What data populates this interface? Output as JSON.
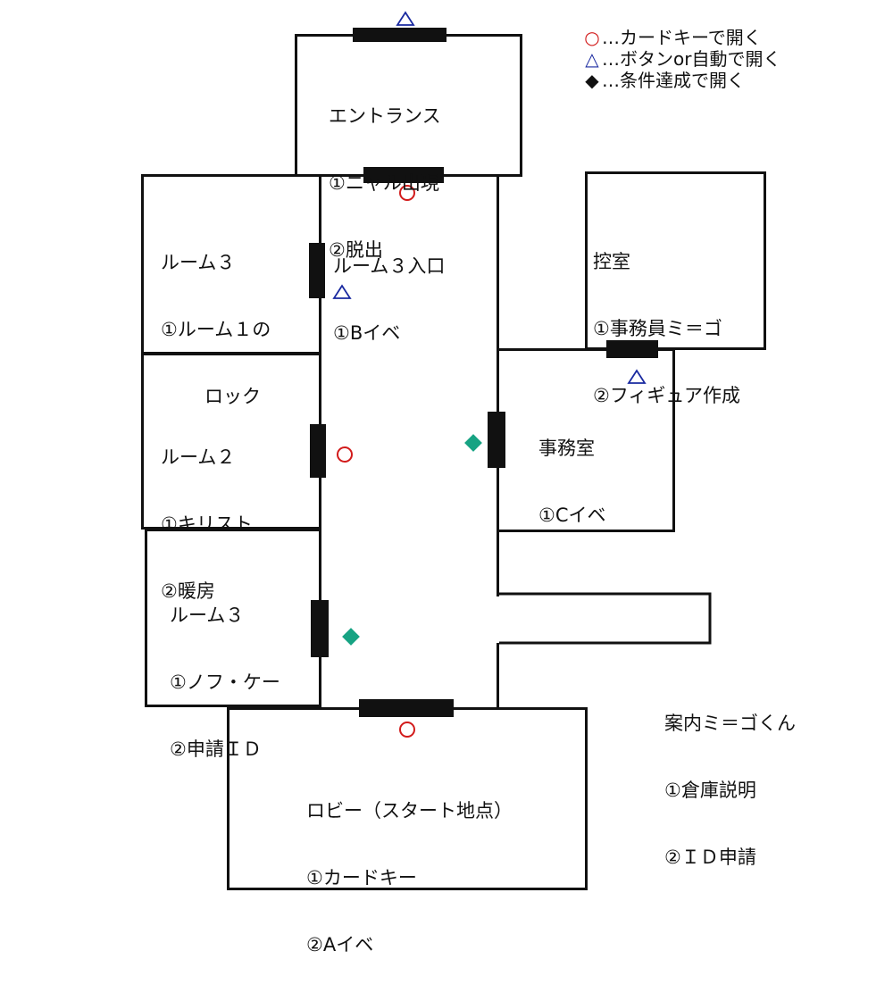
{
  "legend": {
    "card_key": {
      "symbol": "○",
      "text": "…カードキーで開く"
    },
    "button_auto": {
      "symbol": "△",
      "text": "…ボタンor自動で開く"
    },
    "condition": {
      "symbol": "◆",
      "text": "…条件達成で開く"
    }
  },
  "colors": {
    "circle": "#d21b1b",
    "triangle": "#1a2aa0",
    "diamond": "#17a383",
    "wall": "#111111"
  },
  "rooms": {
    "entrance": {
      "title": "エントランス",
      "items": [
        "①ニャル出現",
        "②脱出"
      ]
    },
    "room3_top": {
      "title": "ルーム３",
      "items": [
        "①ルーム１の",
        "　ロック"
      ]
    },
    "room3_entry": {
      "title": "ルーム３入口",
      "items": [
        "①Bイベ"
      ]
    },
    "ante_room": {
      "title": "控室",
      "items": [
        "①事務員ミ＝ゴ",
        "②フィギュア作成"
      ]
    },
    "room2": {
      "title": "ルーム２",
      "items": [
        "①キリスト",
        "②暖房"
      ]
    },
    "office": {
      "title": "事務室",
      "items": [
        "①Cイベ"
      ]
    },
    "room3_bottom": {
      "title": "ルーム３",
      "items": [
        "①ノフ・ケー",
        "②申請ＩＤ"
      ]
    },
    "guide": {
      "title": "案内ミ＝ゴくん",
      "items": [
        "①倉庫説明",
        "②ＩＤ申請"
      ]
    },
    "lobby": {
      "title": "ロビー（スタート地点）",
      "items": [
        "①カードキー",
        "②Aイベ"
      ]
    }
  }
}
